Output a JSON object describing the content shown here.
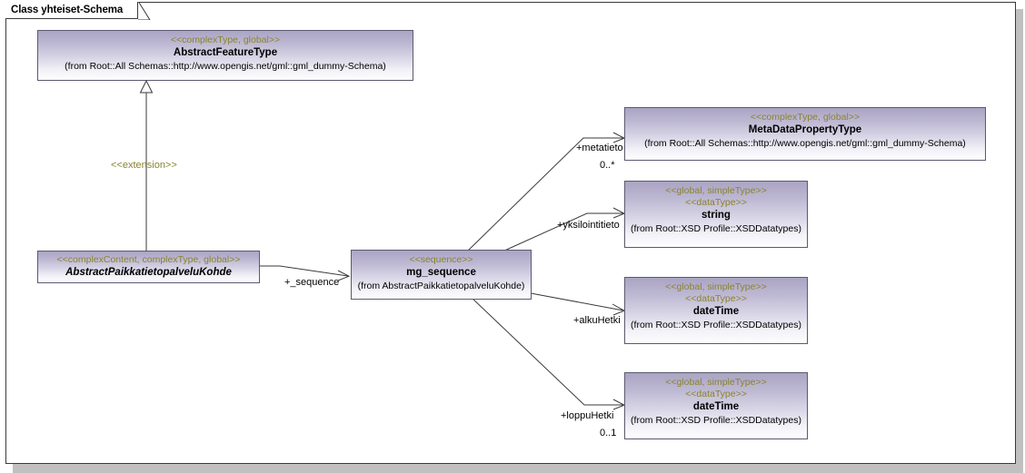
{
  "diagram": {
    "frame_title": "Class yhteiset-Schema",
    "type": "uml-class-diagram"
  },
  "classes": [
    {
      "id": "abstract-feature-type",
      "stereotypes": [
        "<<complexType, global>>"
      ],
      "name": "AbstractFeatureType",
      "abstract": false,
      "from": "(from Root::All Schemas::http://www.opengis.net/gml::gml_dummy-Schema)"
    },
    {
      "id": "abstract-paikkatietopalvelu-kohde",
      "stereotypes": [
        "<<complexContent, complexType, global>>"
      ],
      "name": "AbstractPaikkatietopalveluKohde",
      "abstract": true,
      "from": ""
    },
    {
      "id": "mg-sequence",
      "stereotypes": [
        "<<sequence>>"
      ],
      "name": "mg_sequence",
      "abstract": false,
      "from": "(from AbstractPaikkatietopalveluKohde)"
    },
    {
      "id": "metadata-property-type",
      "stereotypes": [
        "<<complexType, global>>"
      ],
      "name": "MetaDataPropertyType",
      "abstract": false,
      "from": "(from Root::All Schemas::http://www.opengis.net/gml::gml_dummy-Schema)"
    },
    {
      "id": "string-type",
      "stereotypes": [
        "<<global, simpleType>>",
        "<<dataType>>"
      ],
      "name": "string",
      "abstract": false,
      "from": "(from Root::XSD Profile::XSDDatatypes)"
    },
    {
      "id": "datetime-alku",
      "stereotypes": [
        "<<global, simpleType>>",
        "<<dataType>>"
      ],
      "name": "dateTime",
      "abstract": false,
      "from": "(from Root::XSD Profile::XSDDatatypes)"
    },
    {
      "id": "datetime-loppu",
      "stereotypes": [
        "<<global, simpleType>>",
        "<<dataType>>"
      ],
      "name": "dateTime",
      "abstract": false,
      "from": "(from Root::XSD Profile::XSDDatatypes)"
    }
  ],
  "relations": [
    {
      "id": "extension",
      "kind": "generalization",
      "label": "<<extension>>",
      "multiplicity": "",
      "source": "abstract-paikkatietopalvelu-kohde",
      "target": "abstract-feature-type"
    },
    {
      "id": "sequence-link",
      "kind": "association",
      "label": "+_sequence",
      "multiplicity": "",
      "source": "abstract-paikkatietopalvelu-kohde",
      "target": "mg-sequence"
    },
    {
      "id": "metatieto-link",
      "kind": "association",
      "label": "+metatieto",
      "multiplicity": "0..*",
      "source": "mg-sequence",
      "target": "metadata-property-type"
    },
    {
      "id": "yksilointitieto-link",
      "kind": "association",
      "label": "+yksilointitieto",
      "multiplicity": "",
      "source": "mg-sequence",
      "target": "string-type"
    },
    {
      "id": "alkuhetki-link",
      "kind": "association",
      "label": "+alkuHetki",
      "multiplicity": "",
      "source": "mg-sequence",
      "target": "datetime-alku"
    },
    {
      "id": "loppuhetki-link",
      "kind": "association",
      "label": "+loppuHetki",
      "multiplicity": "0..1",
      "source": "mg-sequence",
      "target": "datetime-loppu"
    }
  ],
  "colors": {
    "box_fill_top": "#aaa4c4",
    "box_fill_bottom": "#fdfdfe",
    "box_border": "#5a5a6e",
    "stereotype_text": "#8a8330",
    "frame_border": "#3a3a3a",
    "shadow": "#c0c0c0",
    "connector": "#3a3a3a"
  }
}
